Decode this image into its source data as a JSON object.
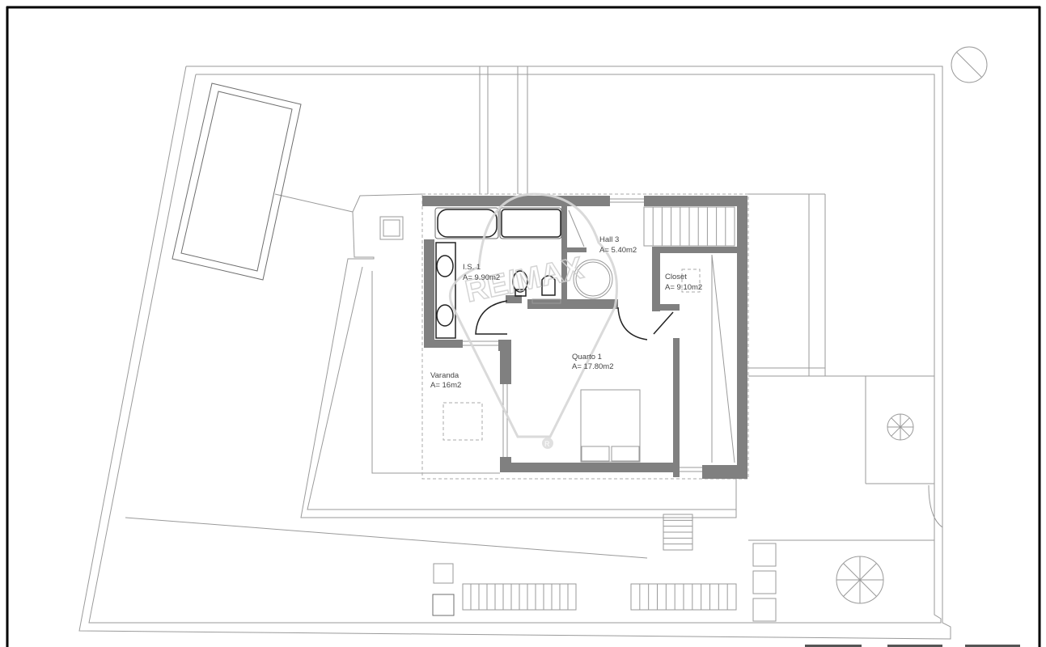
{
  "rooms": [
    {
      "name": "Hall 3",
      "area": "A= 5.40m2"
    },
    {
      "name": "I.S. 1",
      "area": "A= 9.90m2"
    },
    {
      "name": "Closet",
      "area": "A= 9.10m2"
    },
    {
      "name": "Quarto 1",
      "area": "A= 17.80m2"
    },
    {
      "name": "Varanda",
      "area": "A= 16m2"
    }
  ],
  "watermark": {
    "text": "RE/MAX",
    "mark": "R"
  },
  "colors": {
    "wall": "#808080",
    "frame": "#000000",
    "lines": "#9a9a9a"
  }
}
